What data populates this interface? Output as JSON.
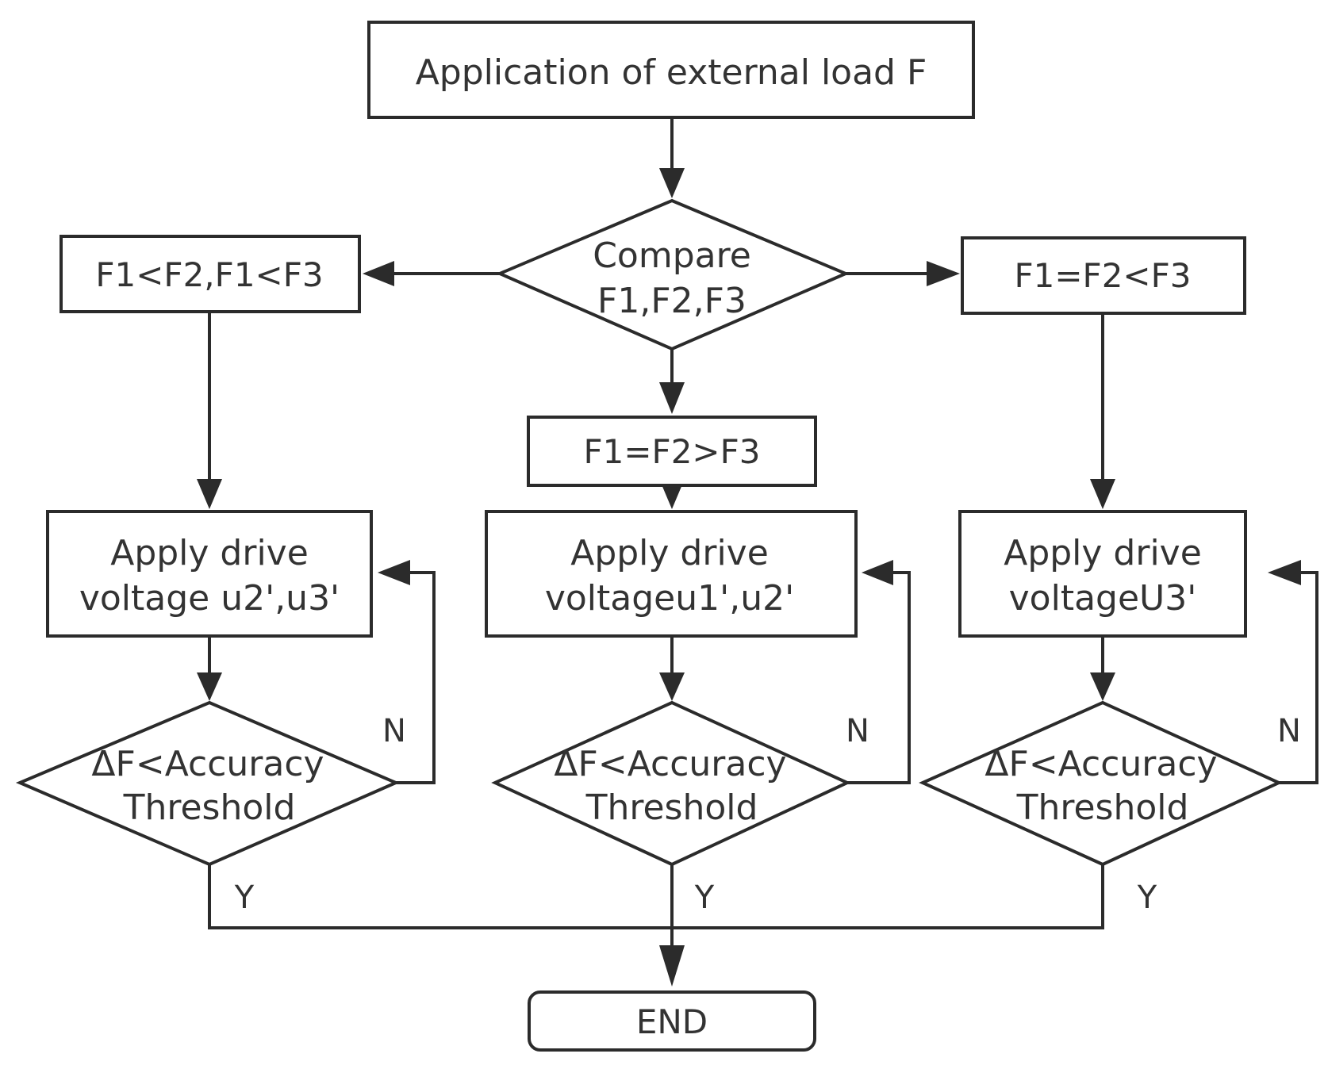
{
  "nodes": {
    "start": "Application of external load F",
    "compare": [
      "Compare",
      "F1,F2,F3"
    ],
    "case_left": "F1<F2,F1<F3",
    "case_middle": "F1=F2>F3",
    "case_right": "F1=F2<F3",
    "apply_left": [
      "Apply drive",
      "voltage u2',u3'"
    ],
    "apply_middle": [
      "Apply drive",
      "voltageu1',u2'"
    ],
    "apply_right": [
      "Apply drive",
      "voltageU3'"
    ],
    "check": [
      "ΔF<Accuracy",
      "Threshold"
    ],
    "end": "END"
  },
  "edge_labels": {
    "no": "N",
    "yes": "Y"
  },
  "colors": {
    "stroke": "#2b2b2b",
    "text": "#333333",
    "background": "#ffffff"
  }
}
